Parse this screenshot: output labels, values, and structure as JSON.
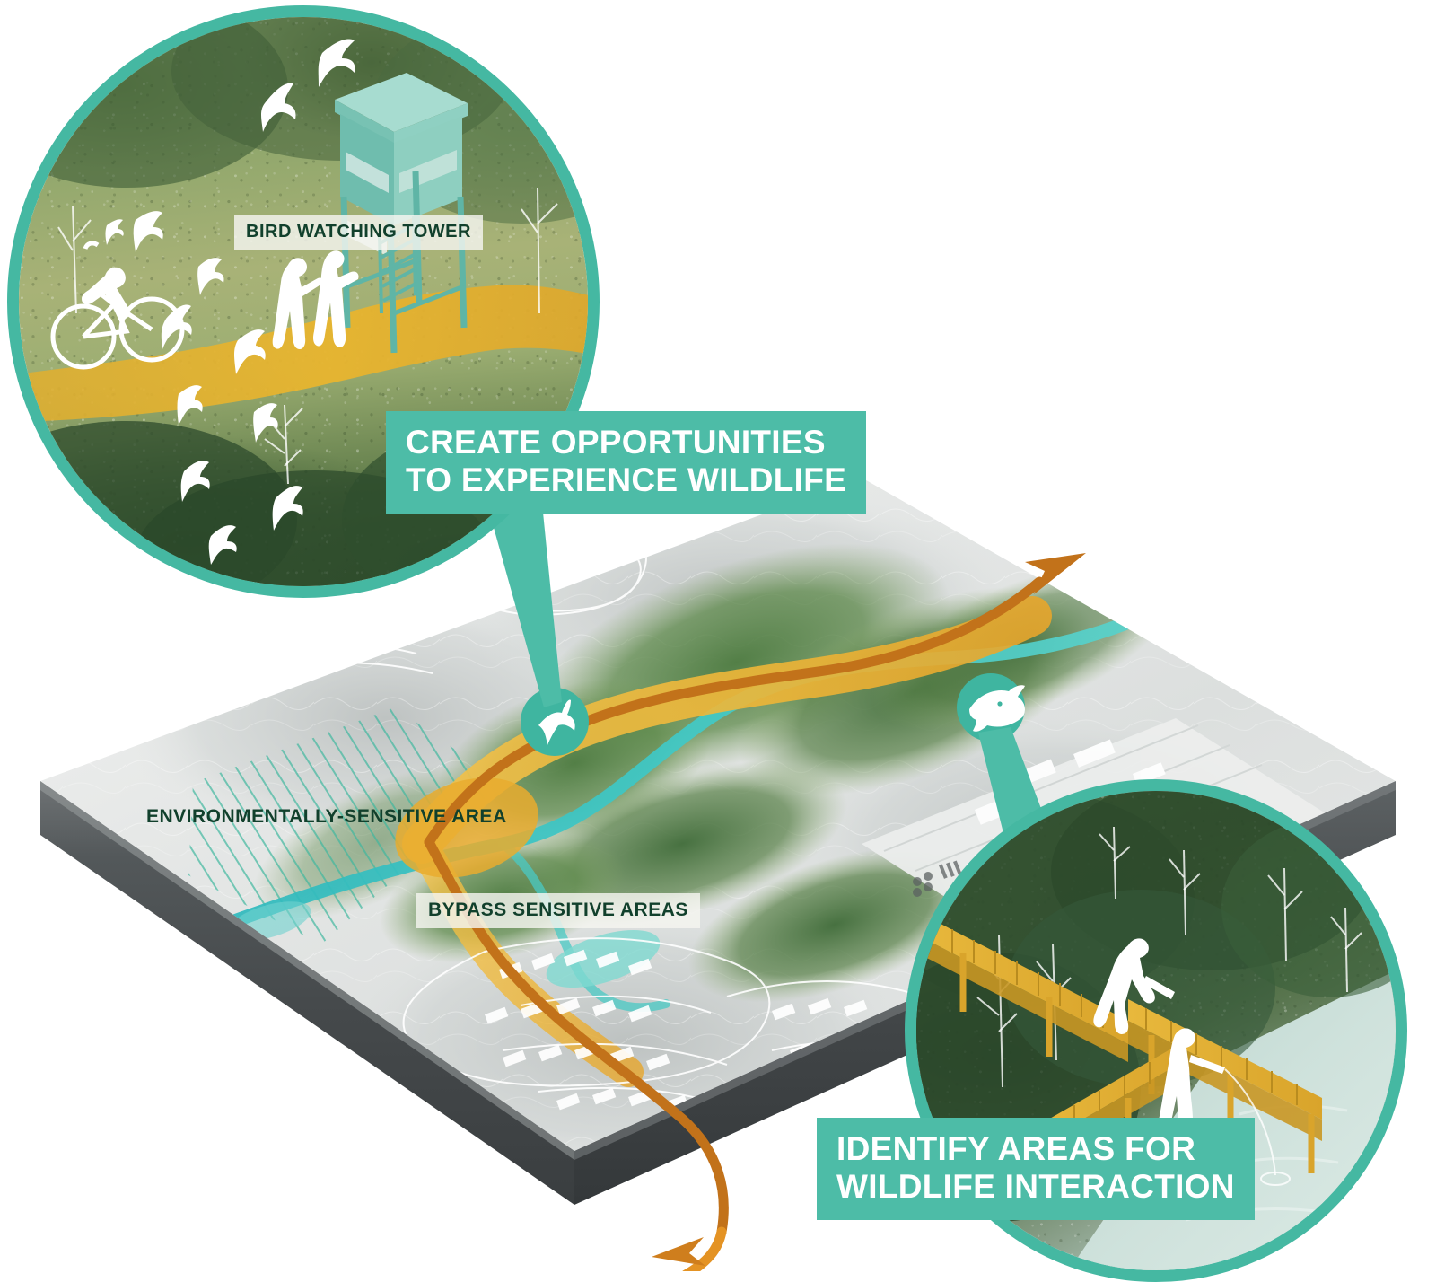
{
  "diagram": {
    "title": "Trail network wildlife strategy isometric diagram",
    "accent_teal": "#4dbca7",
    "accent_teal_dark": "#45b8a2",
    "accent_orange": "#e59a2a",
    "accent_orange_dark": "#c2721a",
    "accent_cyan": "#35c0c0",
    "label_text_color": "#11402c"
  },
  "callouts": [
    {
      "id": "wildlife",
      "line1": "CREATE OPPORTUNITIES",
      "line2": "TO EXPERIENCE WILDLIFE",
      "marker_icon": "bird-icon"
    },
    {
      "id": "interaction",
      "line1": "IDENTIFY AREAS FOR",
      "line2": "WILDLIFE INTERACTION",
      "marker_icon": "fish-icon"
    }
  ],
  "map_labels": [
    {
      "id": "sensitive-area",
      "text": "ENVIRONMENTALLY-SENSITIVE AREA",
      "style": "plain"
    },
    {
      "id": "bypass",
      "text": "BYPASS SENSITIVE AREAS",
      "style": "strip"
    }
  ],
  "inset_labels": [
    {
      "id": "tower",
      "text": "BIRD WATCHING TOWER",
      "style": "strip"
    }
  ],
  "insets": [
    {
      "id": "tower",
      "caption": "BIRD WATCHING TOWER",
      "scene": "forest clearing with bird watching tower, cyclist, birdwatchers and birds"
    },
    {
      "id": "boardwalk",
      "caption": "",
      "scene": "elevated yellow boardwalk and fishing pier over water in forest"
    }
  ],
  "markers": [
    {
      "id": "bird-marker",
      "icon": "bird-icon"
    },
    {
      "id": "fish-marker",
      "icon": "fish-icon"
    }
  ]
}
